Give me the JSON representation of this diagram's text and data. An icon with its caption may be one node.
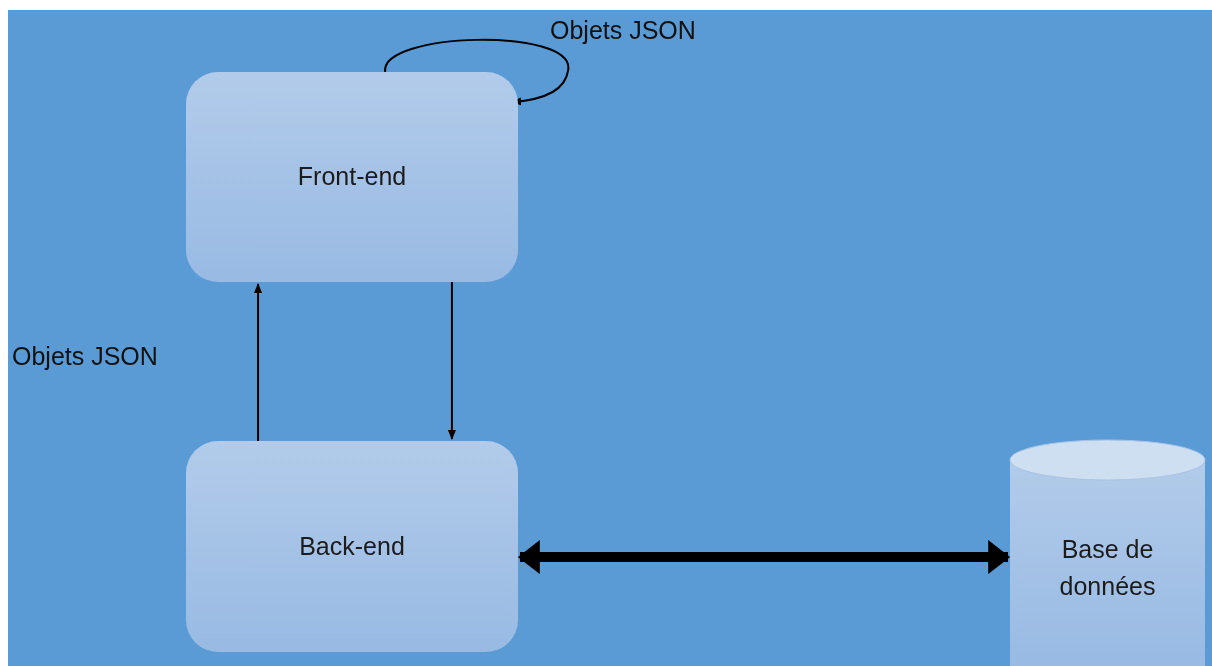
{
  "diagram": {
    "nodes": [
      {
        "text": [
          "Front-end"
        ]
      },
      {
        "text": [
          "Back-end"
        ]
      },
      {
        "text": [
          "Base de données"
        ]
      }
    ],
    "edges": [
      {
        "from": 0,
        "to": 0,
        "arrow": "to",
        "label": "Objets JSON"
      },
      {
        "from": 1,
        "to": 0,
        "arrow": "to",
        "label": "Objets JSON"
      },
      {
        "from": 0,
        "to": 1,
        "arrow": "to"
      },
      {
        "from": 1,
        "to": 2,
        "arrow": "both",
        "style": "thick"
      }
    ]
  }
}
